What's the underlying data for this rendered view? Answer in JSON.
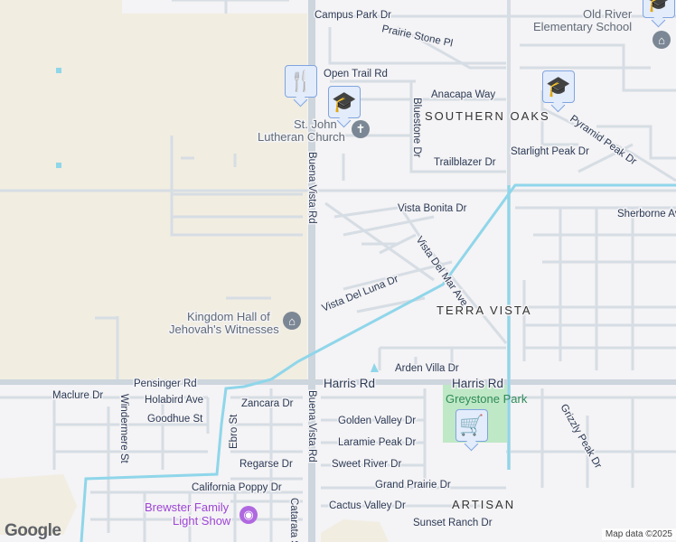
{
  "map": {
    "colors": {
      "background": "#f4f3f5",
      "undeveloped": "#f1ede1",
      "road": "#d6dde4",
      "canal": "#8fd6ea",
      "park": "#bfe8c6",
      "pin": "#e3ecfb",
      "pin_icon": "#17375e",
      "poi_purple": "#9c45d6"
    },
    "streets": {
      "campus_park": "Campus Park Dr",
      "prairie_stone": "Prairie Stone Pl",
      "open_trail": "Open Trail Rd",
      "anacapa": "Anacapa Way",
      "bluestone": "Bluestone Dr",
      "trailblazer": "Trailblazer Dr",
      "starlight": "Starlight Peak Dr",
      "pyramid": "Pyramid Peak Dr",
      "buena_vista_1": "Buena Vista Rd",
      "buena_vista_2": "Buena Vista Rd",
      "vista_bonita": "Vista Bonita Dr",
      "sherborne": "Sherborne Ave",
      "vista_del_mar": "Vista Del Mar Ave",
      "vista_del_luna": "Vista Del Luna Dr",
      "arden_villa": "Arden Villa Dr",
      "harris_1": "Harris Rd",
      "harris_2": "Harris Rd",
      "pensinger": "Pensinger Rd",
      "maclure": "Maclure Dr",
      "holabird": "Holabird Ave",
      "goodhue": "Goodhue St",
      "windermere": "Windermere St",
      "zancara": "Zancara Dr",
      "ebro": "Ebro St",
      "regarse": "Regarse Dr",
      "california_poppy": "California Poppy Dr",
      "catarata": "Catarata St",
      "golden_valley": "Golden Valley Dr",
      "laramie": "Laramie Peak Dr",
      "sweet_river": "Sweet River Dr",
      "grand_prairie": "Grand Prairie Dr",
      "cactus_valley": "Cactus Valley Dr",
      "sunset_ranch": "Sunset Ranch Dr",
      "grizzly": "Grizzly Peak Dr"
    },
    "areas": {
      "southern_oaks": "SOUTHERN OAKS",
      "terra_vista": "TERRA VISTA",
      "artisan": "ARTISAN"
    },
    "pois": {
      "old_river_1": "Old River",
      "old_river_2": "Elementary School",
      "st_john_1": "St. John",
      "st_john_2": "Lutheran Church",
      "kingdom_1": "Kingdom Hall of",
      "kingdom_2": "Jehovah's Witnesses",
      "greystone": "Greystone Park",
      "brewster_1": "Brewster Family",
      "brewster_2": "Light Show"
    },
    "markers": [
      {
        "icon": "restaurant-icon"
      },
      {
        "icon": "school-icon"
      },
      {
        "icon": "school-icon"
      },
      {
        "icon": "school-icon"
      },
      {
        "icon": "shopping-cart-icon"
      }
    ],
    "logo": "Google",
    "attribution": "Map data ©2025"
  }
}
